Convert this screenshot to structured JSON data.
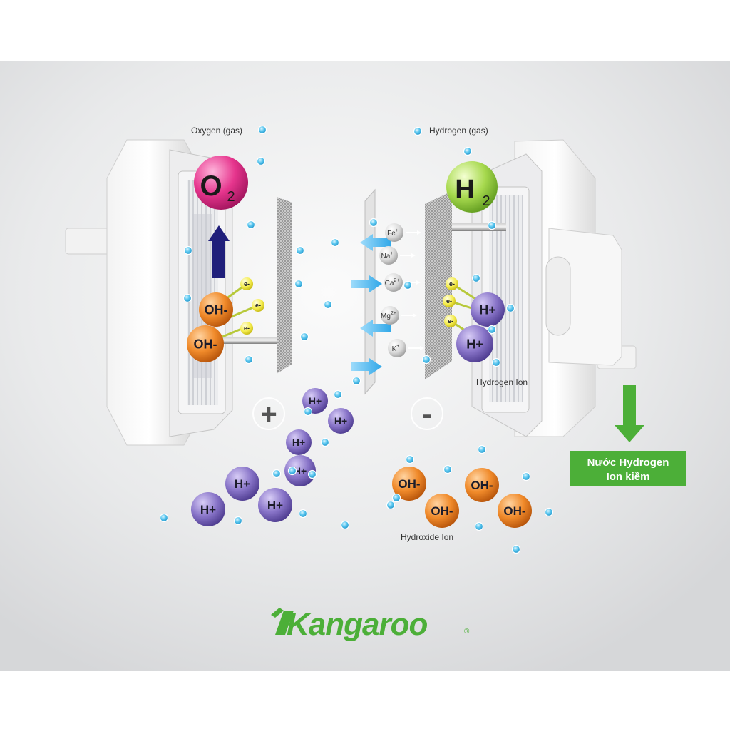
{
  "labels": {
    "oxygen_gas": "Oxygen (gas)",
    "hydrogen_gas": "Hydrogen (gas)",
    "hydrogen_ion": "Hydrogen Ion",
    "hydroxide_ion": "Hydroxide Ion"
  },
  "molecules": {
    "o2": {
      "main": "O",
      "sub": "2"
    },
    "h2": {
      "main": "H",
      "sub": "2"
    }
  },
  "ions": {
    "h_plus": "H+",
    "oh_minus": "OH-",
    "electron": "e-"
  },
  "minerals": [
    {
      "base": "Fe",
      "charge": "+"
    },
    {
      "base": "Na",
      "charge": "+"
    },
    {
      "base": "Ca",
      "charge": "2+"
    },
    {
      "base": "Mg",
      "charge": "2+"
    },
    {
      "base": "K",
      "charge": "+"
    }
  ],
  "electrodes": {
    "anode_sign": "+",
    "cathode_sign": "-"
  },
  "output_label": {
    "line1": "Nước Hydrogen",
    "line2": "Ion kiềm"
  },
  "brand": {
    "name": "Kangaroo",
    "mark": "®"
  },
  "colors": {
    "brand_green": "#4caf38",
    "brand_orange": "#f07b16",
    "arrow_navy": "#1f1e7a",
    "water_arrow": "#4db8ee",
    "h_ion": "#8874c8",
    "oh_ion": "#f08a2a",
    "electron": "#f4ec4c",
    "o2_ball": "#e5358c",
    "h2_ball": "#a7d94e",
    "bubble": "#2aa8e0"
  }
}
